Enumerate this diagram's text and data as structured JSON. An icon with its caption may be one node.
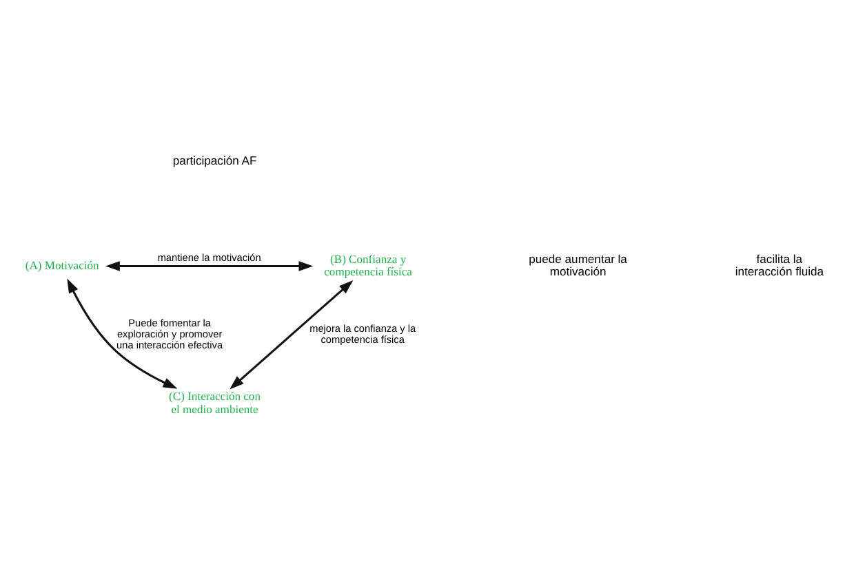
{
  "diagram": {
    "nodes": [
      {
        "text": [
          "(A) Motivación"
        ]
      },
      {
        "text": [
          "(B) Confianza y competencia física"
        ]
      },
      {
        "text": [
          "(C) Interacción con el medio ambiente"
        ]
      }
    ],
    "edges": [
      {
        "from": 0,
        "to": 1,
        "arrow": "both",
        "label": "mantiene la motivación"
      },
      {
        "from": 1,
        "to": 2,
        "arrow": "both",
        "label": "mejora la confianza y la competencia física"
      },
      {
        "from": 0,
        "to": 2,
        "arrow": "both",
        "label": "Puede fomentar la exploración y promover una interacción efectiva"
      }
    ],
    "labels": [
      "participación AF",
      "facilita la interacción fluida",
      "puede aumentar la motivación"
    ]
  }
}
